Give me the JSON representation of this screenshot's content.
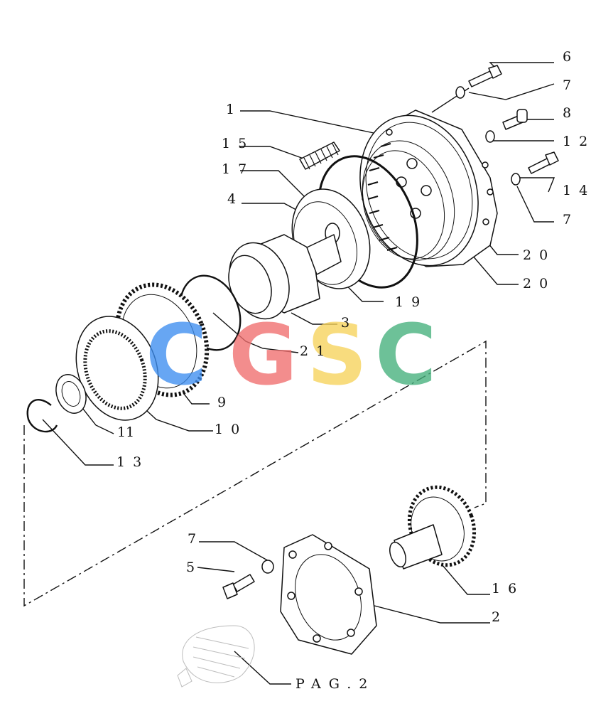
{
  "diagram": {
    "callouts": [
      {
        "id": "c6",
        "text": "6"
      },
      {
        "id": "c7a",
        "text": "7"
      },
      {
        "id": "c8",
        "text": "8"
      },
      {
        "id": "c1",
        "text": "1"
      },
      {
        "id": "c12",
        "text": "12"
      },
      {
        "id": "c15",
        "text": "15"
      },
      {
        "id": "c17",
        "text": "17"
      },
      {
        "id": "c14",
        "text": "14"
      },
      {
        "id": "c4",
        "text": "4"
      },
      {
        "id": "c7b",
        "text": "7"
      },
      {
        "id": "c20a",
        "text": "20"
      },
      {
        "id": "c20b",
        "text": "20"
      },
      {
        "id": "c19",
        "text": "19"
      },
      {
        "id": "c3",
        "text": "3"
      },
      {
        "id": "c21",
        "text": "21"
      },
      {
        "id": "c9",
        "text": "9"
      },
      {
        "id": "c11",
        "text": "11"
      },
      {
        "id": "c10",
        "text": "10"
      },
      {
        "id": "c13",
        "text": "13"
      },
      {
        "id": "c7c",
        "text": "7"
      },
      {
        "id": "c5",
        "text": "5"
      },
      {
        "id": "c16",
        "text": "16"
      },
      {
        "id": "c2",
        "text": "2"
      },
      {
        "id": "cpag",
        "text": "PAG.2"
      }
    ]
  },
  "watermark": {
    "letters": [
      "C",
      "G",
      "S",
      "C"
    ],
    "colors": [
      "#3d8ef0",
      "#f06e6e",
      "#f7d35a",
      "#45b07c"
    ]
  }
}
